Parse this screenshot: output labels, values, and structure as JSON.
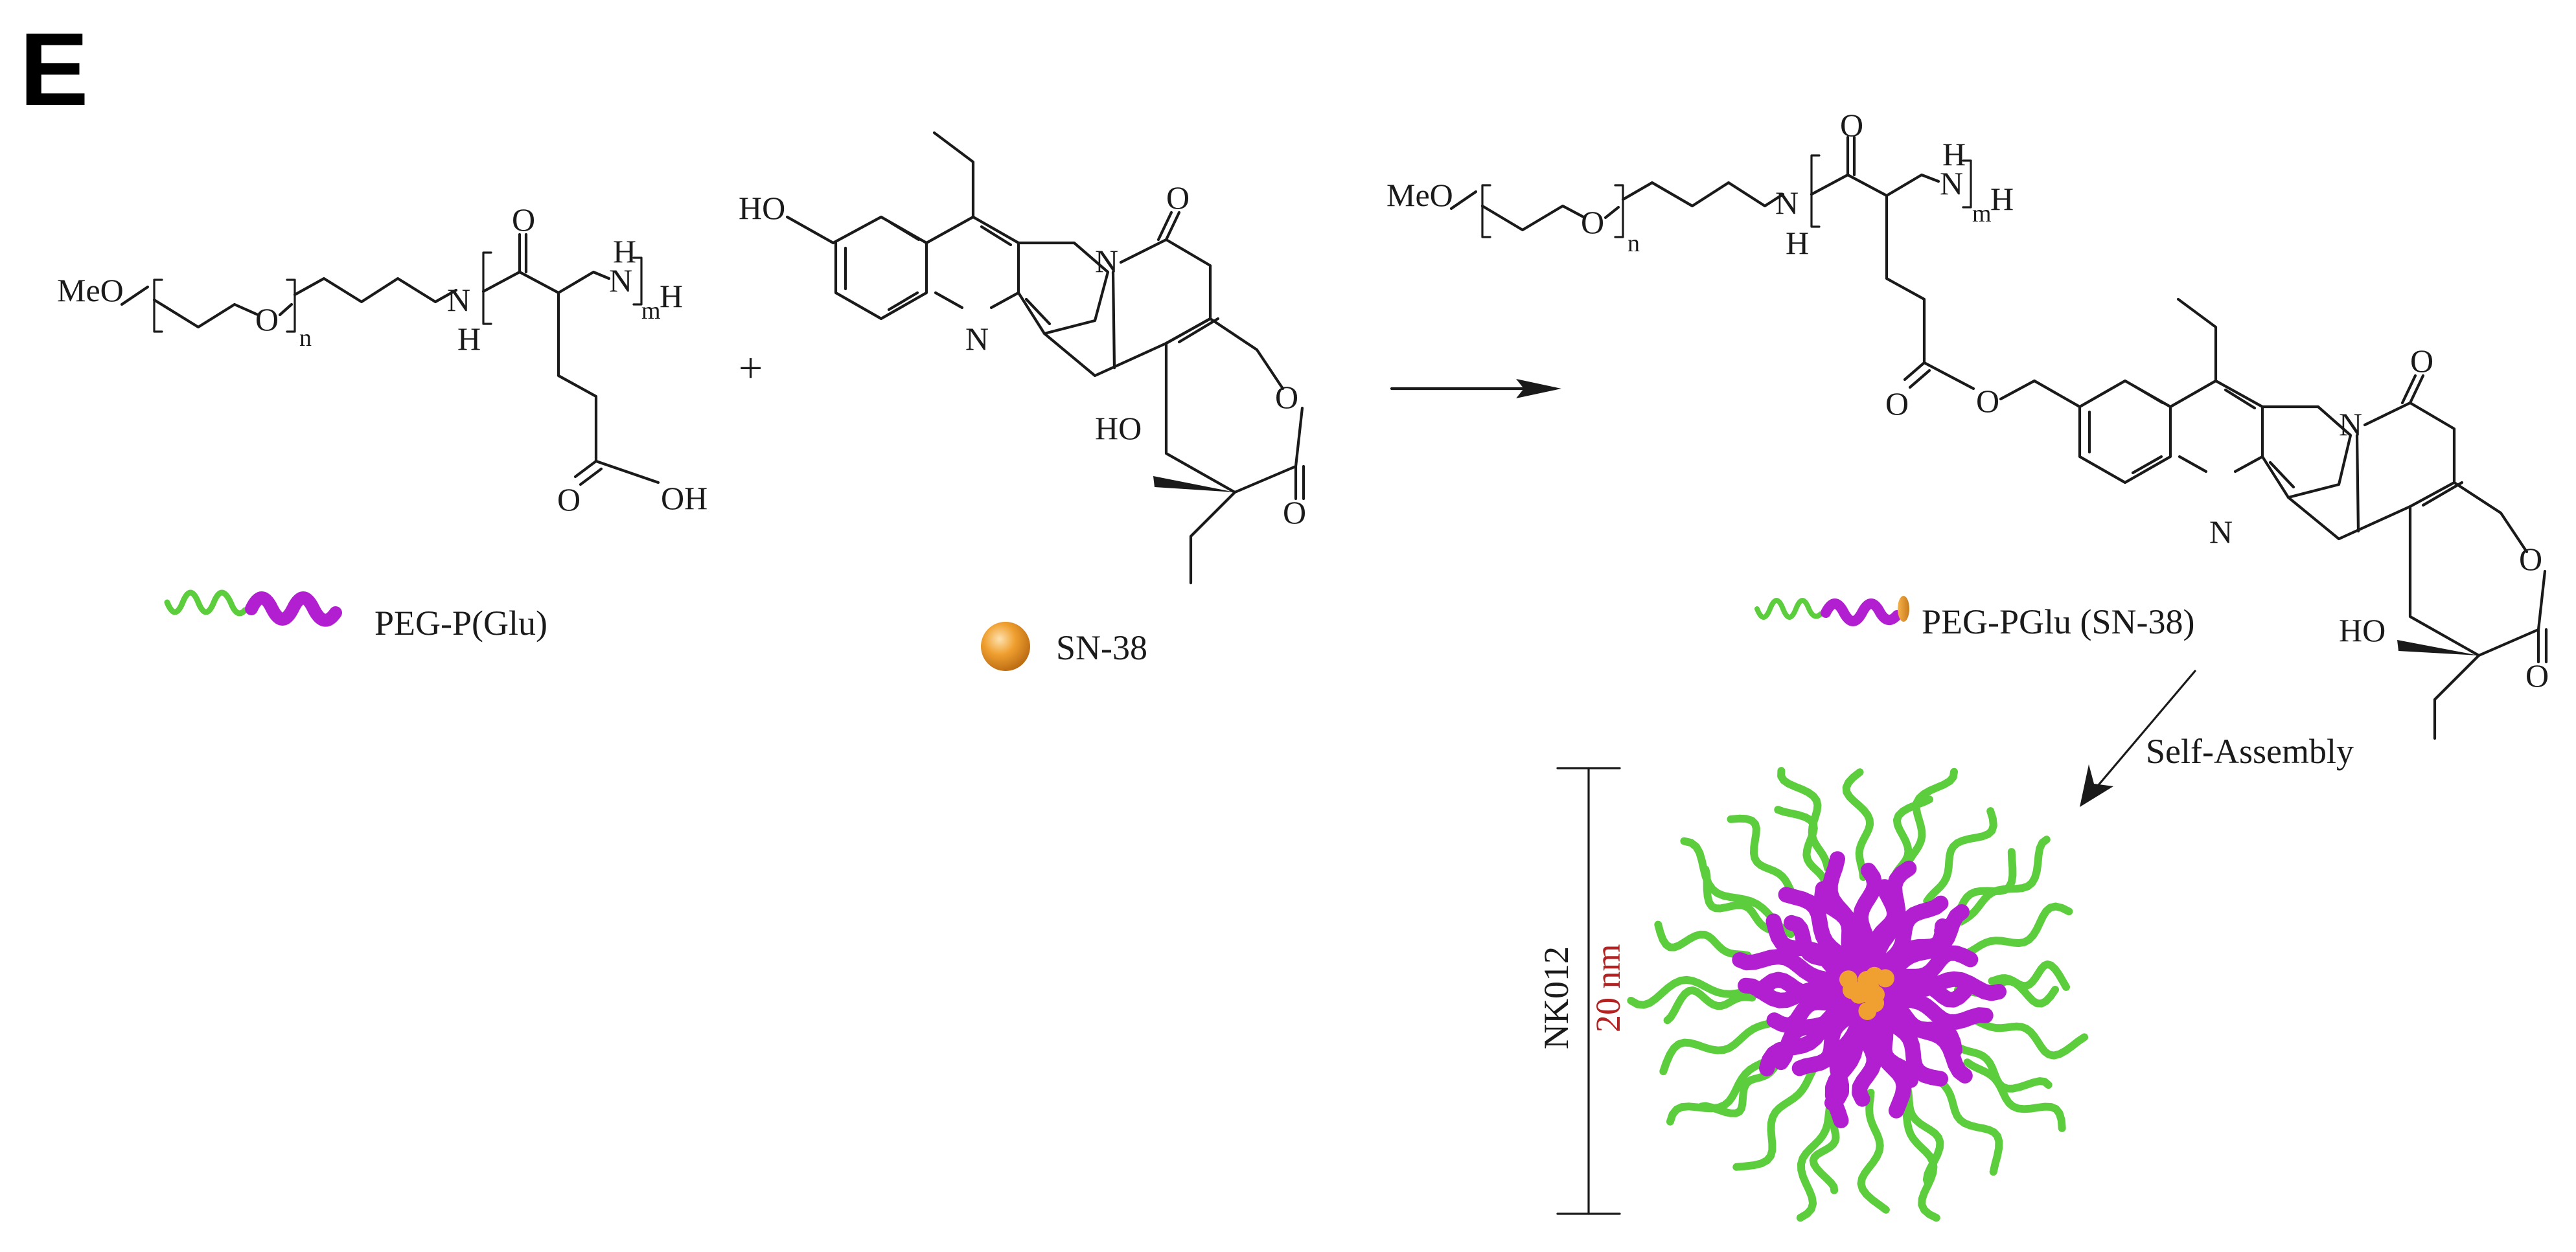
{
  "panel_label": "E",
  "reactant_polymer": {
    "end_group": "MeO",
    "peg_atom": "O",
    "peg_repeat": "n",
    "amide_h": "H",
    "amide_n": "N",
    "carbonyl_o": "O",
    "amine_n": "N",
    "amine_h_top": "H",
    "pglu_repeat": "m",
    "terminal_h": "H",
    "acid_o": "O",
    "acid_oh": "OH",
    "legend_label": "PEG-P(Glu)"
  },
  "plus_sign": "+",
  "reactant_drug": {
    "phenol": "HO",
    "quinoline_n": "N",
    "lactam_n": "N",
    "ketone_o": "O",
    "ring_o": "O",
    "lactone_o": "O",
    "tertiary_oh": "HO",
    "legend_label": "SN-38"
  },
  "product": {
    "end_group": "MeO",
    "peg_atom": "O",
    "peg_repeat": "n",
    "amide_n": "N",
    "amide_h": "H",
    "carbonyl_o": "O",
    "amine_n": "N",
    "amine_h_top": "H",
    "pglu_repeat": "m",
    "terminal_h": "H",
    "ester_carbonyl_o": "O",
    "ester_o": "O",
    "quinoline_n": "N",
    "lactam_n": "N",
    "ketone_o": "O",
    "ring_o": "O",
    "lactone_o": "O",
    "tertiary_oh": "HO",
    "legend_label": "PEG-PGlu (SN-38)"
  },
  "assembly": {
    "step_label": "Self-Assembly",
    "micelle_name": "NK012",
    "size_label": "20 nm"
  },
  "colors": {
    "peg": "#5ccd3c",
    "pglu": "#b21fd0",
    "sn38": "#f0a030",
    "size_label": "#b22222",
    "text": "#1a1a1a"
  }
}
